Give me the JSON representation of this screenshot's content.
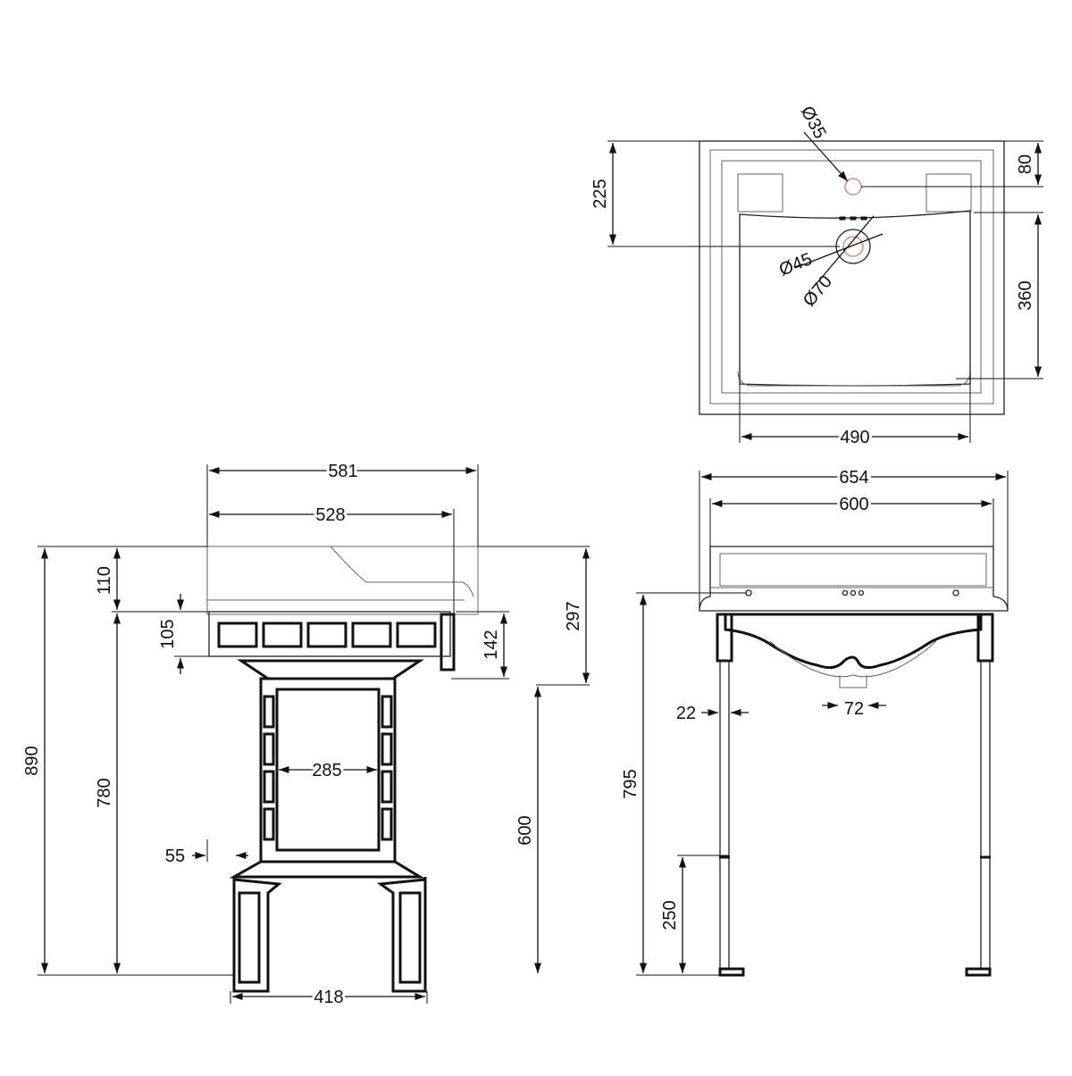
{
  "drawing": {
    "plan_view": {
      "tap_hole_diameter": "Ø35",
      "waste_diameter_inner": "Ø45",
      "waste_diameter_outer": "Ø70",
      "depth_to_tap": "225",
      "tap_from_back": "80",
      "bowl_depth": "360",
      "bowl_width": "490"
    },
    "side_view": {
      "overall_depth": "581",
      "basin_depth": "528",
      "overall_height": "890",
      "basin_height": "110",
      "rail_height": "105",
      "frame_height": "780",
      "upper_height": "297",
      "rail_drop": "142",
      "leg_height": "600",
      "frame_inner_width": "285",
      "foot_offset": "55",
      "base_width": "418"
    },
    "front_view": {
      "overall_width": "654",
      "inner_width": "600",
      "leg_diameter": "22",
      "waste_width": "72",
      "leg_height": "795",
      "stretcher_height": "250"
    }
  }
}
